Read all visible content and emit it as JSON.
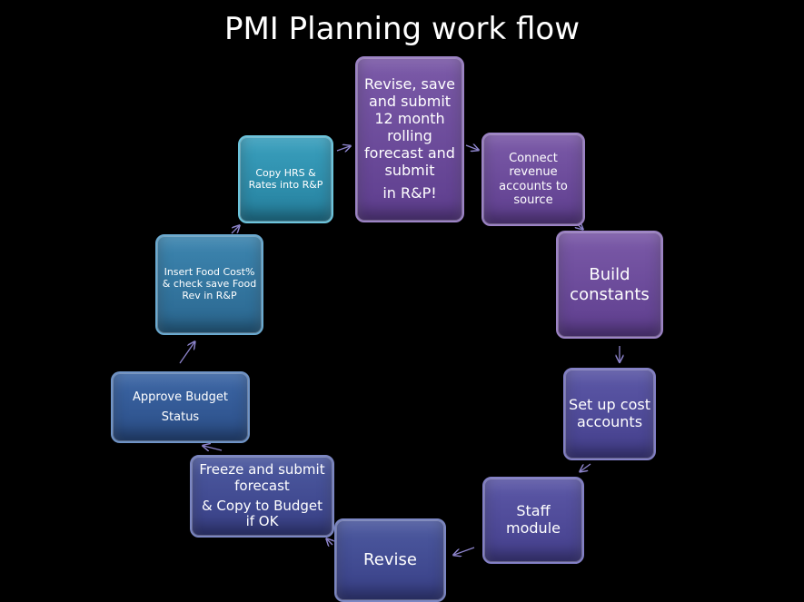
{
  "title": "PMI Planning work flow",
  "nodes": {
    "revise_submit": {
      "line1": "Revise, save and submit 12 month rolling forecast and submit",
      "line2": "in R&P!"
    },
    "connect_revenue": {
      "line1": "Connect revenue accounts to source"
    },
    "build_constants": {
      "line1": "Build constants"
    },
    "setup_cost": {
      "line1": "Set up cost accounts"
    },
    "staff_module": {
      "line1": "Staff module"
    },
    "revise": {
      "line1": "Revise"
    },
    "freeze_submit": {
      "line1": "Freeze and submit forecast",
      "line2": "& Copy to Budget if OK"
    },
    "approve_budget": {
      "line1": "Approve Budget",
      "line2": "Status"
    },
    "food_cost": {
      "line1": "Insert Food Cost% & check save Food Rev in R&P"
    },
    "copy_hrs": {
      "line1": "Copy HRS & Rates into R&P"
    }
  }
}
